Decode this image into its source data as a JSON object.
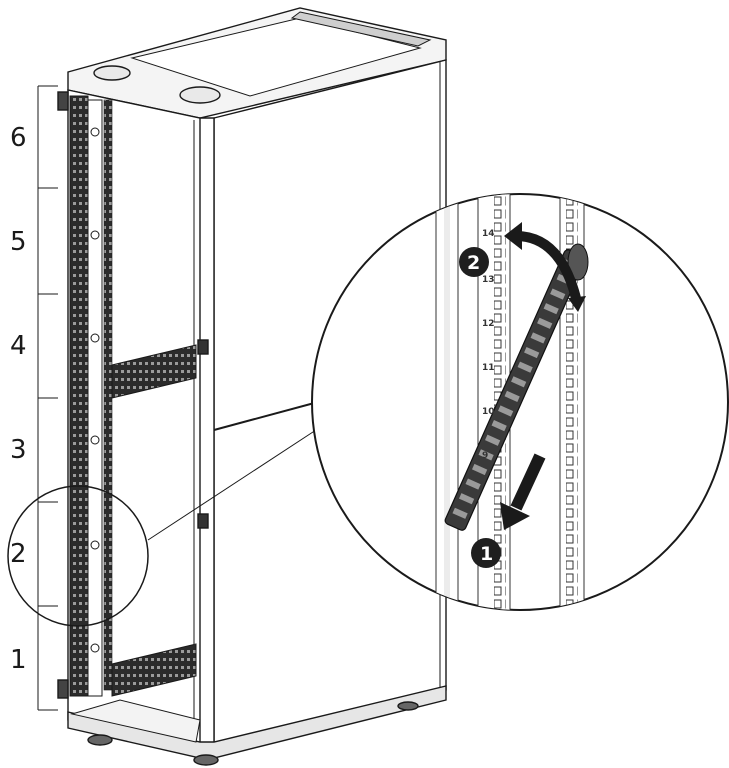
{
  "figure": {
    "segment_labels": [
      "6",
      "5",
      "4",
      "3",
      "2",
      "1"
    ],
    "steps": [
      "1",
      "2"
    ],
    "detail_u_labels": [
      "14",
      "13",
      "12",
      "11",
      "10",
      "9"
    ],
    "colors": {
      "line": "#1a1a1a",
      "panel": "#ffffff",
      "shade": "#d8d8d8",
      "rail": "#3a3a3a",
      "callout": "#222222"
    }
  }
}
